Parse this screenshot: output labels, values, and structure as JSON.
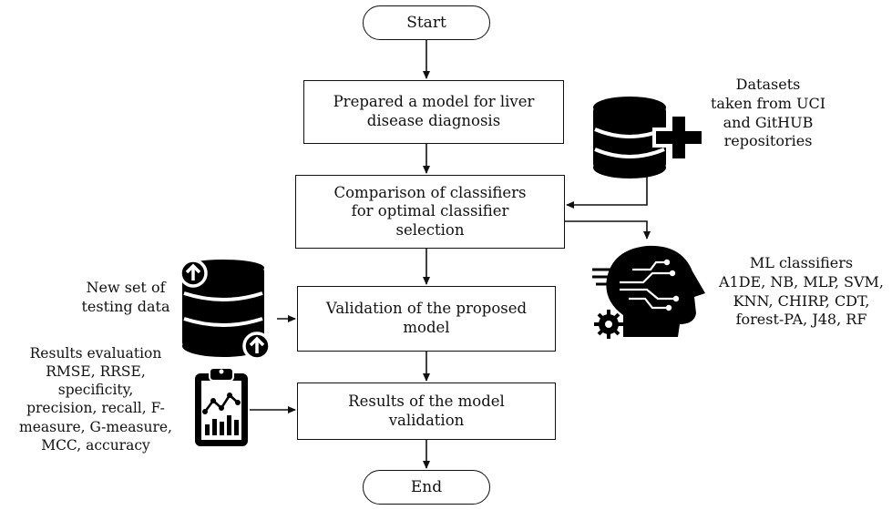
{
  "flowchart": {
    "start_label": "Start",
    "end_label": "End",
    "steps": [
      "Prepared a model for liver\ndisease diagnosis",
      "Comparison of classifiers\nfor optimal classifier\nselection",
      "Validation of the proposed\nmodel",
      "Results of the model\nvalidation"
    ]
  },
  "annotations": {
    "datasets": "Datasets\ntaken from UCI\nand GitHUB\nrepositories",
    "ml_classifiers": "ML classifiers\nA1DE, NB, MLP, SVM,\nKNN, CHIRP, CDT,\nforest-PA, J48, RF",
    "testing_data": "New set of\ntesting data",
    "results_evaluation": "Results evaluation\nRMSE, RRSE,\nspecificity,\nprecision, recall, F-\nmeasure, G-measure,\nMCC, accuracy"
  },
  "icons": {
    "datasets": "database-plus-icon",
    "classifiers": "ai-head-circuit-icon",
    "testing_data": "database-upload-icon",
    "evaluation": "clipboard-chart-icon"
  },
  "colors": {
    "stroke": "#111111",
    "fill": "#000000",
    "background": "#ffffff"
  }
}
